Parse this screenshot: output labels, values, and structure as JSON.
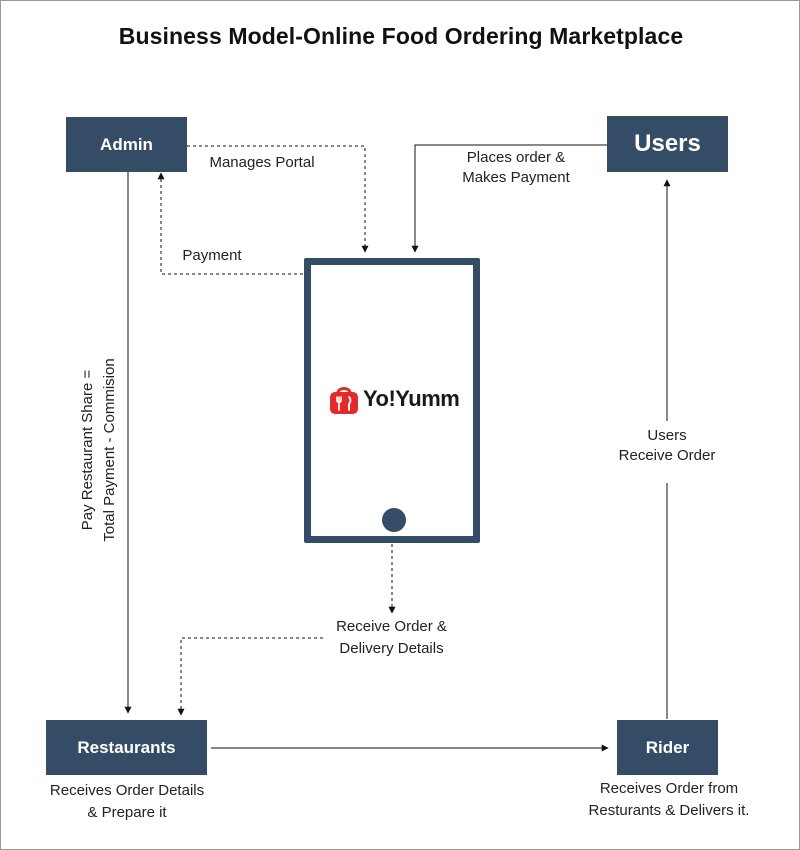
{
  "title": "Business Model-Online Food Ordering Marketplace",
  "nodes": {
    "admin": "Admin",
    "users": "Users",
    "restaurants": "Restaurants",
    "rider": "Rider"
  },
  "app": {
    "brand": "Yo!Yumm"
  },
  "labels": {
    "manages_portal": "Manages Portal",
    "places_order_1": "Places order &",
    "places_order_2": "Makes Payment",
    "payment": "Payment",
    "pay_share_1": "Pay Restaurant Share =",
    "pay_share_2": "Total Payment - Commision",
    "users_receive_1": "Users",
    "users_receive_2": "Receive Order",
    "receive_order_1": "Receive Order &",
    "receive_order_2": "Delivery Details",
    "restaurants_caption_1": "Receives Order Details",
    "restaurants_caption_2": "& Prepare it",
    "rider_caption_1": "Receives Order from",
    "rider_caption_2": "Resturants & Delivers it."
  },
  "colors": {
    "node_fill": "#344c66",
    "node_text": "#ffffff",
    "logo_red": "#e02b2b",
    "connector": "#111111"
  }
}
